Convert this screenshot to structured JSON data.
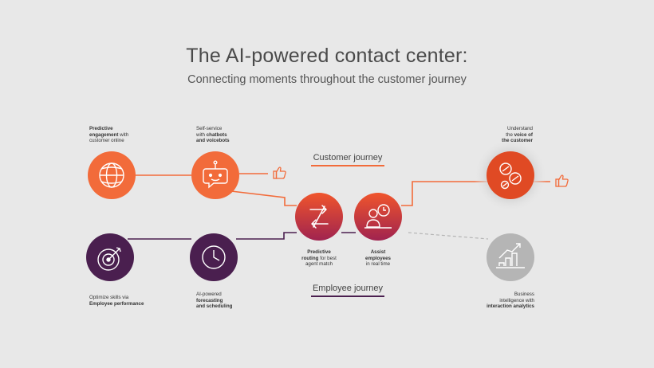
{
  "header": {
    "title": "The AI-powered contact center:",
    "subtitle": "Connecting moments throughout the customer journey"
  },
  "journeys": {
    "customer": {
      "label": "Customer journey",
      "color": "#f26b3a"
    },
    "employee": {
      "label": "Employee journey",
      "color": "#4a1f4f"
    }
  },
  "nodes": [
    {
      "id": "predictive-engagement",
      "icon": "globe-icon",
      "caption": [
        {
          "text": "Predictive",
          "bold": true
        },
        {
          "text": "engagement",
          "bold": true
        },
        {
          "text": " with",
          "bold": false
        },
        {
          "text": "customer online",
          "bold": false
        }
      ]
    },
    {
      "id": "self-service",
      "icon": "chatbot-icon",
      "caption": [
        {
          "text": "Self-service",
          "bold": false
        },
        {
          "text": "with ",
          "bold": false
        },
        {
          "text": "chatbots",
          "bold": true
        },
        {
          "text": "and voicebots",
          "bold": true
        }
      ]
    },
    {
      "id": "predictive-routing",
      "icon": "routing-arrows-icon",
      "caption": [
        {
          "text": "Predictive",
          "bold": true
        },
        {
          "text": "routing",
          "bold": true
        },
        {
          "text": " for best",
          "bold": false
        },
        {
          "text": "agent match",
          "bold": false
        }
      ]
    },
    {
      "id": "assist-employees",
      "icon": "agent-assist-icon",
      "caption": [
        {
          "text": "Assist",
          "bold": true
        },
        {
          "text": "employees",
          "bold": true
        },
        {
          "text": "in real time",
          "bold": false
        }
      ]
    },
    {
      "id": "voice-of-customer",
      "icon": "speech-bubbles-icon",
      "caption": [
        {
          "text": "Understand",
          "bold": false
        },
        {
          "text": "the ",
          "bold": false
        },
        {
          "text": "voice of",
          "bold": true
        },
        {
          "text": "the customer",
          "bold": true
        }
      ]
    },
    {
      "id": "employee-performance",
      "icon": "target-icon",
      "caption": [
        {
          "text": "Optimize skills via",
          "bold": false
        },
        {
          "text": "Employee performance",
          "bold": true
        }
      ]
    },
    {
      "id": "forecasting",
      "icon": "clock-icon",
      "caption": [
        {
          "text": "AI-powered",
          "bold": false
        },
        {
          "text": "forecasting",
          "bold": true
        },
        {
          "text": "and scheduling",
          "bold": true
        }
      ]
    },
    {
      "id": "business-intelligence",
      "icon": "analytics-chart-icon",
      "caption": [
        {
          "text": "Business",
          "bold": false
        },
        {
          "text": "intelligence with",
          "bold": false
        },
        {
          "text": "interaction analytics",
          "bold": true
        }
      ]
    }
  ],
  "colors": {
    "orange": "#f26b3a",
    "orange_dark": "#e04a24",
    "purple": "#4a1f4f",
    "magenta": "#b2254f",
    "gray": "#b5b5b5",
    "background": "#e8e8e8"
  }
}
